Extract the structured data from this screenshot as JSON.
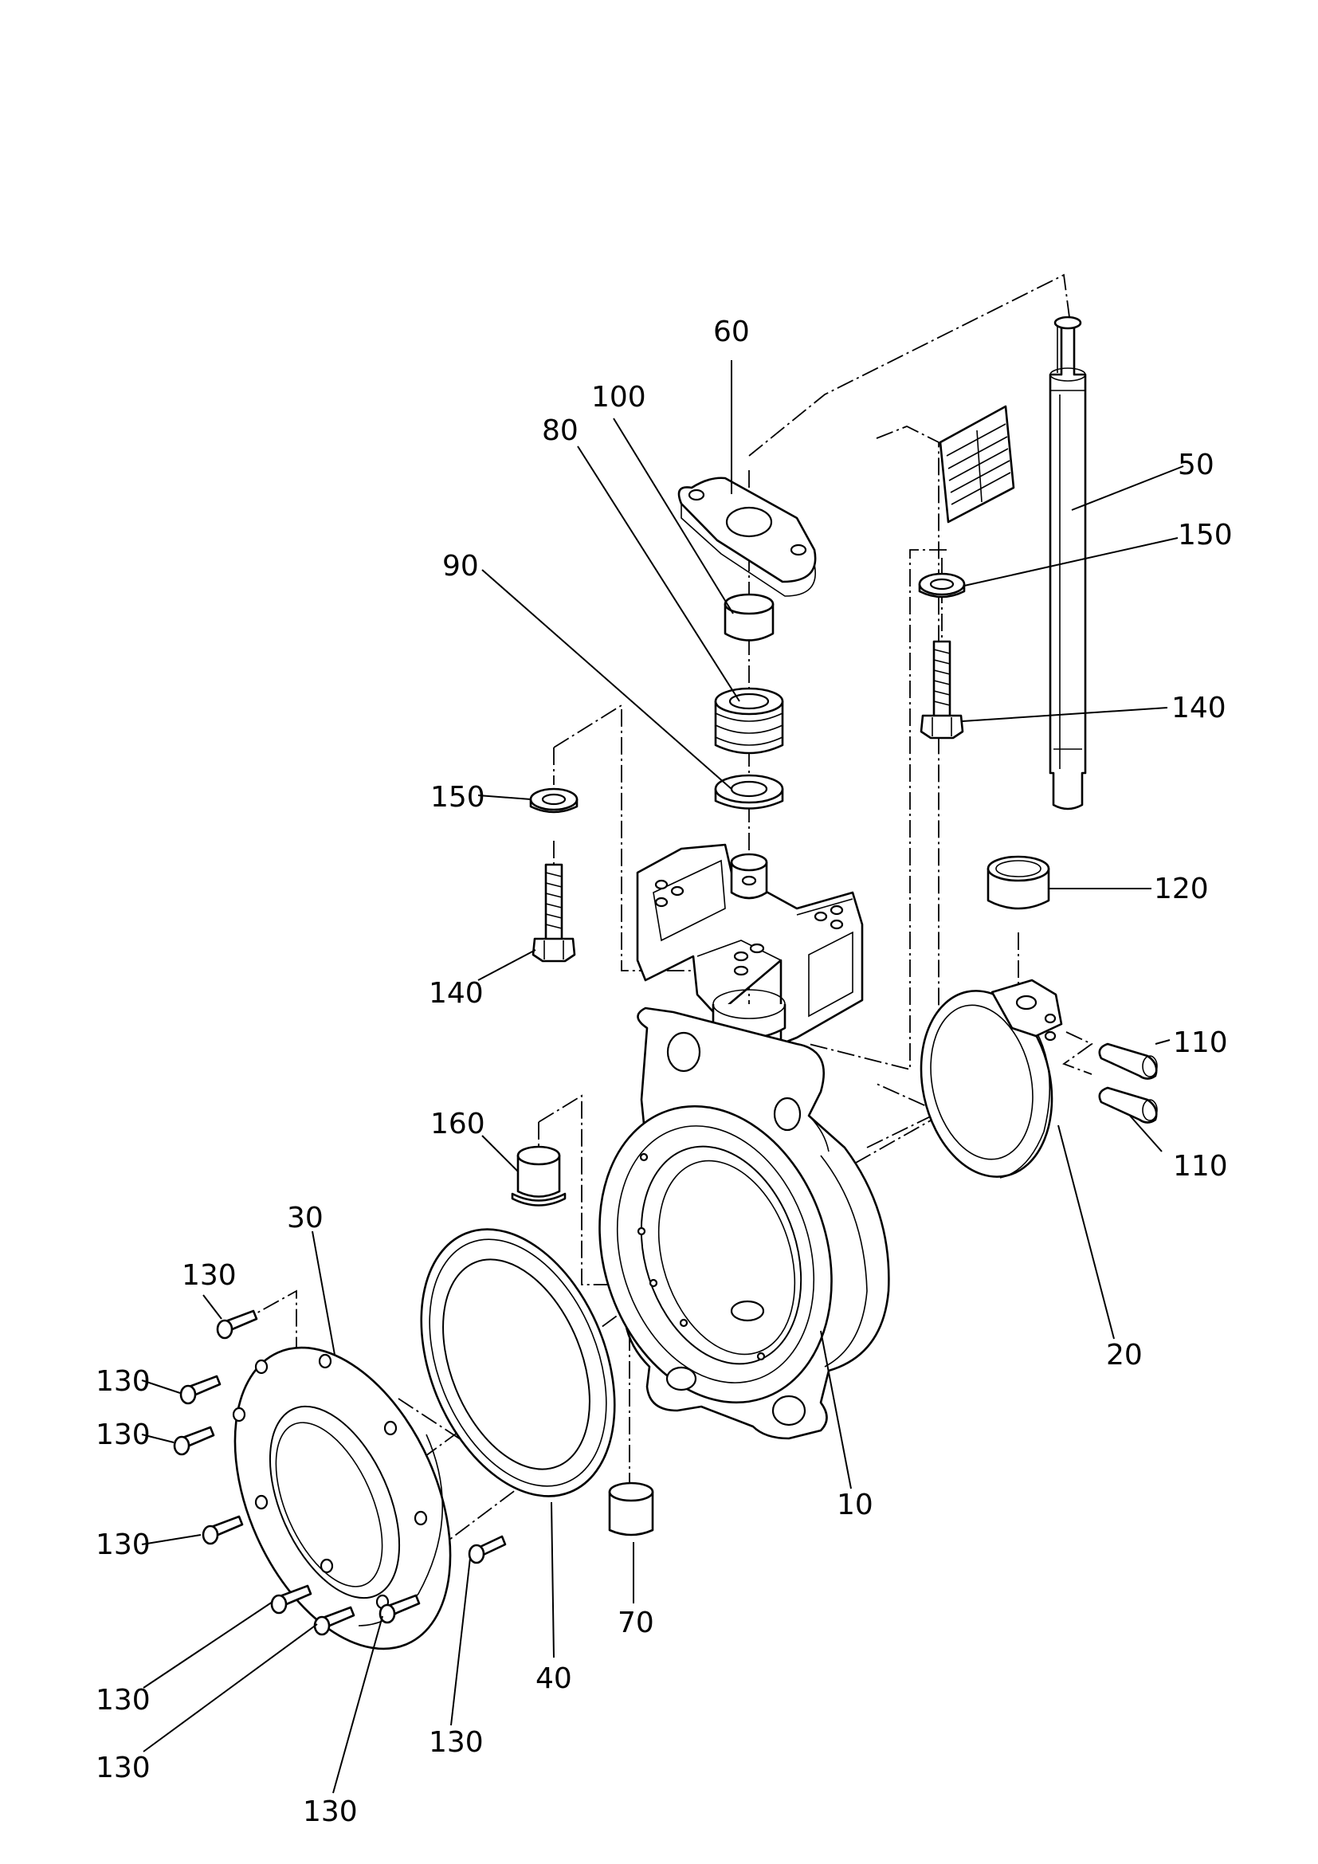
{
  "labels": {
    "p10": "10",
    "p20": "20",
    "p30": "30",
    "p40": "40",
    "p50": "50",
    "p60": "60",
    "p70": "70",
    "p80": "80",
    "p90": "90",
    "p100": "100",
    "p110": "110",
    "p120": "120",
    "p130": "130",
    "p140": "140",
    "p150": "150",
    "p160": "160"
  },
  "colors": {
    "ink": "#000000",
    "paper": "#ffffff"
  }
}
